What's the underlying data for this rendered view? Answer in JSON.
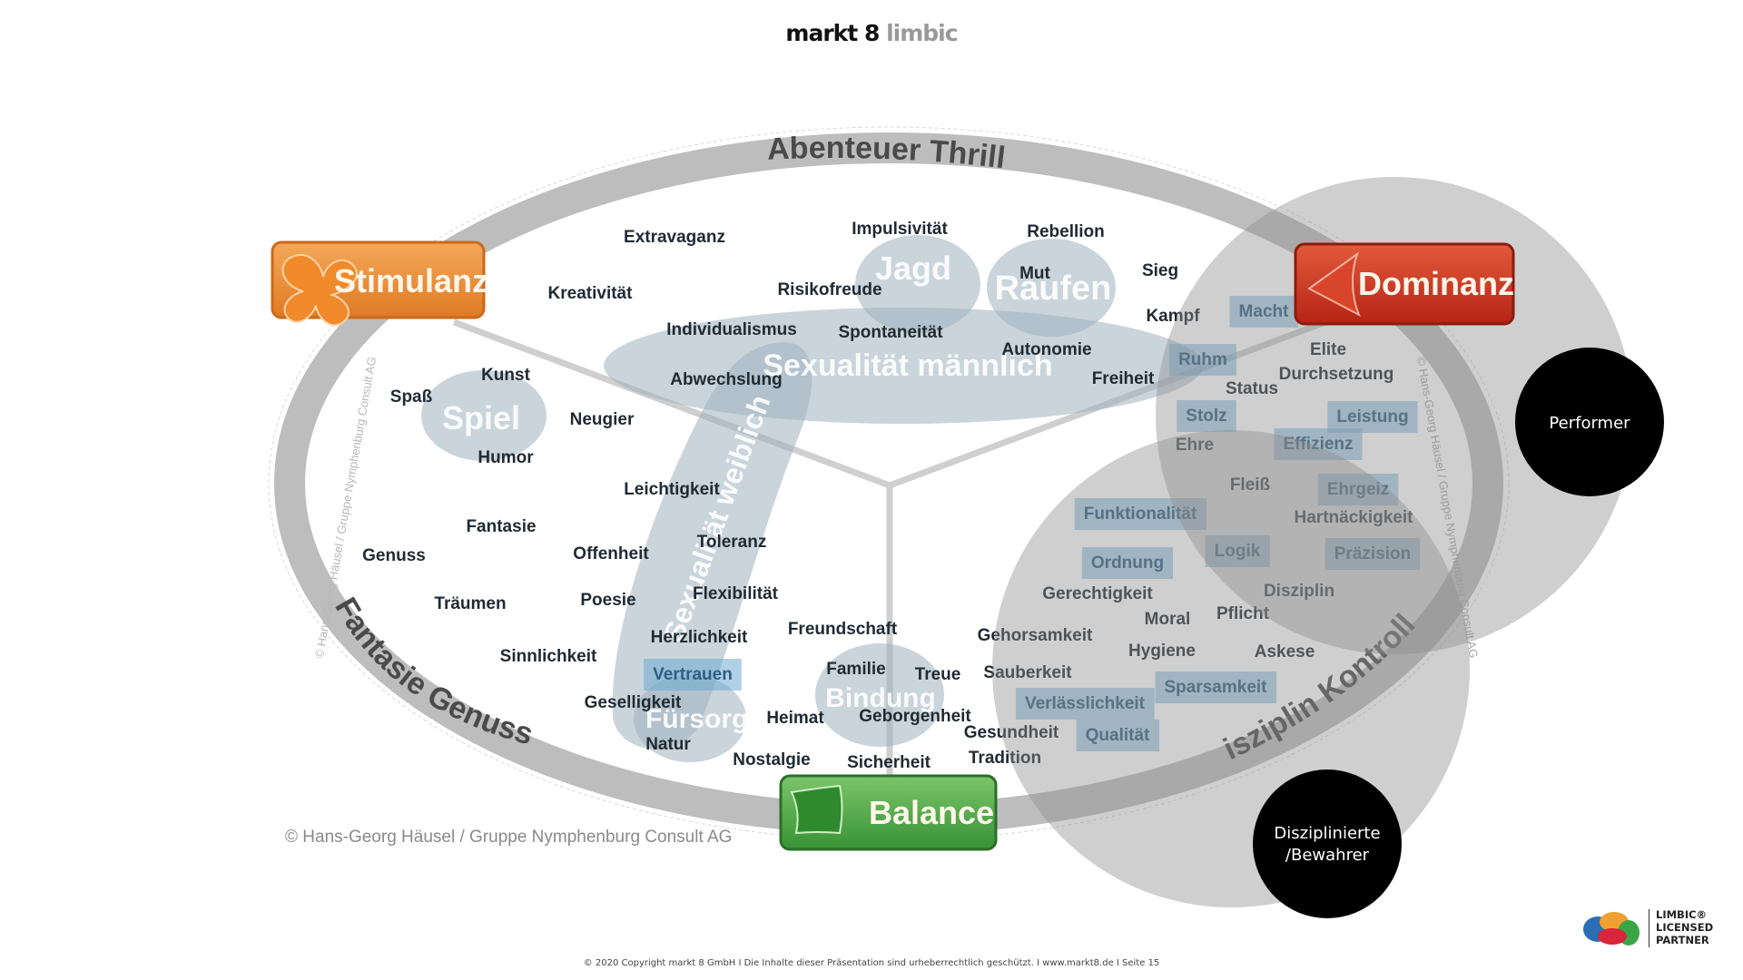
{
  "header": {
    "brand_primary": "markt 8",
    "brand_secondary": "limbic"
  },
  "diagram": {
    "ring_labels": {
      "top": "Abenteuer Thrill",
      "left_bottom": "Fantasie Genuss",
      "right_bottom": "Disziplin Kontrolle"
    },
    "poles": [
      {
        "id": "stimulanz",
        "label": "Stimulanz",
        "color": "#e8892f",
        "icon": "butterfly-icon"
      },
      {
        "id": "dominanz",
        "label": "Dominanz",
        "color": "#c8321e",
        "icon": "arrowhead-icon"
      },
      {
        "id": "balance",
        "label": "Balance",
        "color": "#3f9a3a",
        "icon": "pillow-icon"
      }
    ],
    "sub_modules": {
      "jagd": "Jagd",
      "raufen": "Raufen",
      "spiel": "Spiel",
      "bindung": "Bindung",
      "fuersorge": "Fürsorge",
      "sexualitaet_maennlich": "Sexualität männlich",
      "sexualitaet_weiblich": "Sexualität weiblich"
    },
    "words": [
      {
        "text": "Extravaganz",
        "highlight": false
      },
      {
        "text": "Impulsivität",
        "highlight": false
      },
      {
        "text": "Rebellion",
        "highlight": false
      },
      {
        "text": "Kreativität",
        "highlight": false
      },
      {
        "text": "Risikofreude",
        "highlight": false
      },
      {
        "text": "Mut",
        "highlight": false
      },
      {
        "text": "Sieg",
        "highlight": false
      },
      {
        "text": "Kampf",
        "highlight": false
      },
      {
        "text": "Macht",
        "highlight": true
      },
      {
        "text": "Individualismus",
        "highlight": false
      },
      {
        "text": "Spontaneität",
        "highlight": false
      },
      {
        "text": "Autonomie",
        "highlight": false
      },
      {
        "text": "Freiheit",
        "highlight": false
      },
      {
        "text": "Ruhm",
        "highlight": true
      },
      {
        "text": "Elite",
        "highlight": false
      },
      {
        "text": "Durchsetzung",
        "highlight": false
      },
      {
        "text": "Status",
        "highlight": false
      },
      {
        "text": "Abwechslung",
        "highlight": false
      },
      {
        "text": "Kunst",
        "highlight": false
      },
      {
        "text": "Spaß",
        "highlight": false
      },
      {
        "text": "Neugier",
        "highlight": false
      },
      {
        "text": "Humor",
        "highlight": false
      },
      {
        "text": "Stolz",
        "highlight": true
      },
      {
        "text": "Leistung",
        "highlight": true
      },
      {
        "text": "Ehre",
        "highlight": false
      },
      {
        "text": "Effizienz",
        "highlight": true
      },
      {
        "text": "Fleiß",
        "highlight": false
      },
      {
        "text": "Ehrgeiz",
        "highlight": true
      },
      {
        "text": "Leichtigkeit",
        "highlight": false
      },
      {
        "text": "Funktionalität",
        "highlight": true
      },
      {
        "text": "Hartnäckigkeit",
        "highlight": false
      },
      {
        "text": "Fantasie",
        "highlight": false
      },
      {
        "text": "Genuss",
        "highlight": false
      },
      {
        "text": "Offenheit",
        "highlight": false
      },
      {
        "text": "Toleranz",
        "highlight": false
      },
      {
        "text": "Ordnung",
        "highlight": true
      },
      {
        "text": "Logik",
        "highlight": true
      },
      {
        "text": "Präzision",
        "highlight": true
      },
      {
        "text": "Gerechtigkeit",
        "highlight": false
      },
      {
        "text": "Disziplin",
        "highlight": false
      },
      {
        "text": "Träumen",
        "highlight": false
      },
      {
        "text": "Poesie",
        "highlight": false
      },
      {
        "text": "Flexibilität",
        "highlight": false
      },
      {
        "text": "Moral",
        "highlight": false
      },
      {
        "text": "Pflicht",
        "highlight": false
      },
      {
        "text": "Freundschaft",
        "highlight": false
      },
      {
        "text": "Herzlichkeit",
        "highlight": false
      },
      {
        "text": "Gehorsamkeit",
        "highlight": false
      },
      {
        "text": "Hygiene",
        "highlight": false
      },
      {
        "text": "Askese",
        "highlight": false
      },
      {
        "text": "Sinnlichkeit",
        "highlight": false
      },
      {
        "text": "Vertrauen",
        "highlight": true
      },
      {
        "text": "Familie",
        "highlight": false
      },
      {
        "text": "Treue",
        "highlight": false
      },
      {
        "text": "Sauberkeit",
        "highlight": false
      },
      {
        "text": "Sparsamkeit",
        "highlight": true
      },
      {
        "text": "Geselligkeit",
        "highlight": false
      },
      {
        "text": "Verlässlichkeit",
        "highlight": true
      },
      {
        "text": "Heimat",
        "highlight": false
      },
      {
        "text": "Geborgenheit",
        "highlight": false
      },
      {
        "text": "Gesundheit",
        "highlight": false
      },
      {
        "text": "Qualität",
        "highlight": true
      },
      {
        "text": "Natur",
        "highlight": false
      },
      {
        "text": "Nostalgie",
        "highlight": false
      },
      {
        "text": "Sicherheit",
        "highlight": false
      },
      {
        "text": "Tradition",
        "highlight": false
      }
    ],
    "image_copyright": "© Hans-Georg Häusel / Gruppe Nymphenburg Consult AG",
    "watermark": "© Hans-Georg Häusel / Gruppe Nymphenburg Consult AG",
    "highlight_color": "#6fa9d3"
  },
  "segments": [
    {
      "id": "performer",
      "label": "Performer"
    },
    {
      "id": "disziplinierte",
      "label_line1": "Disziplinierte",
      "label_line2": "/Bewahrer"
    }
  ],
  "footer": {
    "text": "© 2020 Copyright markt 8 GmbH  I  Die Inhalte dieser Präsentation sind urheberrechtlich geschützt.  I  www.markt8.de  I  Seite  15"
  },
  "partner_logo": {
    "line1": "LIMBIC®",
    "line2": "LICENSED",
    "line3": "PARTNER"
  }
}
